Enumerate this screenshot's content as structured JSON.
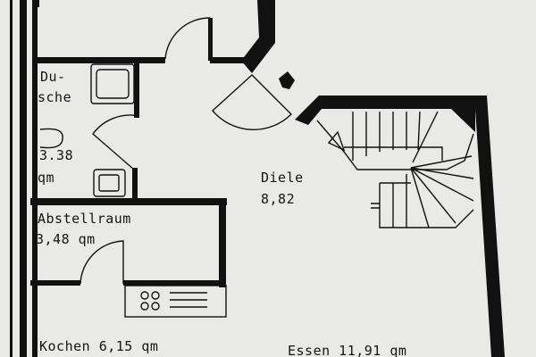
{
  "plan": {
    "rooms": [
      {
        "name_lines": [
          "Du-",
          "sche"
        ],
        "area_lines": [
          "3.38",
          "qm"
        ]
      },
      {
        "name": "Abstellraum",
        "area": "3,48 qm"
      },
      {
        "name": "Diele",
        "area": "8,82"
      },
      {
        "label": "Kochen 6,15 qm"
      },
      {
        "label": "Essen 11,91 qm"
      }
    ],
    "colors": {
      "paper": "#e9e9e7",
      "ink": "#111111"
    }
  }
}
